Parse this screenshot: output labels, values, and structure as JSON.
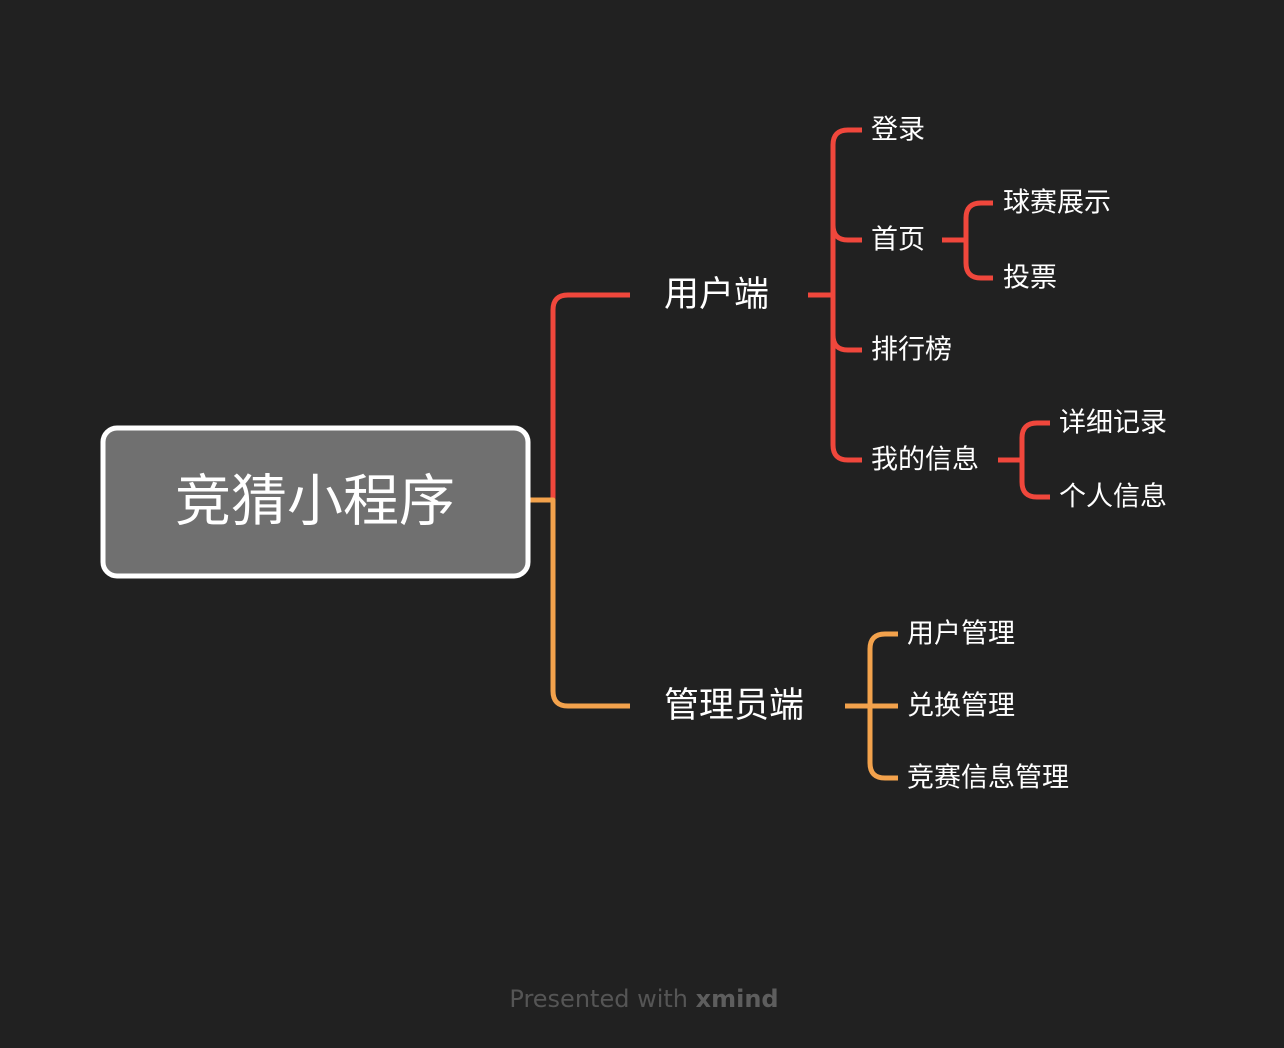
{
  "root": {
    "label": "竞猜小程序"
  },
  "branches": [
    {
      "label": "用户端",
      "color": "#f0473c",
      "children": [
        {
          "label": "登录"
        },
        {
          "label": "首页",
          "children": [
            {
              "label": "球赛展示"
            },
            {
              "label": "投票"
            }
          ]
        },
        {
          "label": "排行榜"
        },
        {
          "label": "我的信息",
          "children": [
            {
              "label": "详细记录"
            },
            {
              "label": "个人信息"
            }
          ]
        }
      ]
    },
    {
      "label": "管理员端",
      "color": "#f3a24c",
      "children": [
        {
          "label": "用户管理"
        },
        {
          "label": "兑换管理"
        },
        {
          "label": "竞赛信息管理"
        }
      ]
    }
  ],
  "footer": {
    "prefix": "Presented with ",
    "brand": "xmind"
  }
}
